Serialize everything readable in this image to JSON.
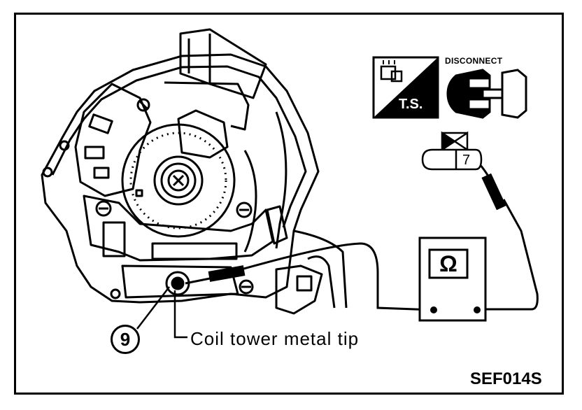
{
  "labels": {
    "callout_number": "9",
    "callout_text": "Coil tower metal tip",
    "figure_code": "SEF014S",
    "ts_badge": "T.S.",
    "disconnect": "DISCONNECT",
    "connector_pin": "7",
    "meter_symbol": "Ω"
  },
  "icons": {
    "ts_icon": "troubleshooting-connector-icon",
    "disconnect_icon": "connector-disconnect-icon",
    "ohmmeter": "ohmmeter-icon"
  }
}
